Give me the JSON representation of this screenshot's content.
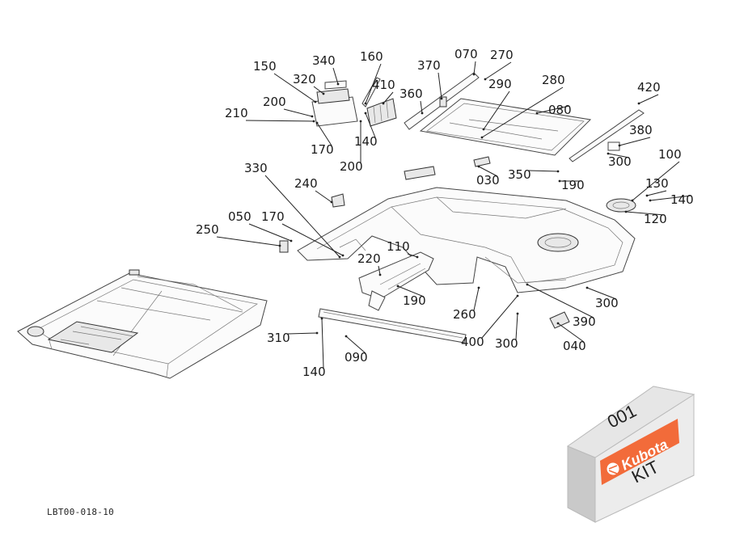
{
  "diagram": {
    "doc_code": "LBT00-018-10",
    "labels": [
      {
        "id": "l340a",
        "text": "340"
      },
      {
        "id": "l160",
        "text": "160"
      },
      {
        "id": "l370",
        "text": "370"
      },
      {
        "id": "l070",
        "text": "070"
      },
      {
        "id": "l270",
        "text": "270"
      },
      {
        "id": "l150",
        "text": "150"
      },
      {
        "id": "l320",
        "text": "320"
      },
      {
        "id": "l410",
        "text": "410"
      },
      {
        "id": "l290",
        "text": "290"
      },
      {
        "id": "l280",
        "text": "280"
      },
      {
        "id": "l360",
        "text": "360"
      },
      {
        "id": "l420",
        "text": "420"
      },
      {
        "id": "l200a",
        "text": "200"
      },
      {
        "id": "l080",
        "text": "080"
      },
      {
        "id": "l210",
        "text": "210"
      },
      {
        "id": "l380",
        "text": "380"
      },
      {
        "id": "l170a",
        "text": "170"
      },
      {
        "id": "l140a",
        "text": "140"
      },
      {
        "id": "l100",
        "text": "100"
      },
      {
        "id": "l300a",
        "text": "300"
      },
      {
        "id": "l200b",
        "text": "200"
      },
      {
        "id": "l330",
        "text": "330"
      },
      {
        "id": "l030",
        "text": "030"
      },
      {
        "id": "l350",
        "text": "350"
      },
      {
        "id": "l190a",
        "text": "190"
      },
      {
        "id": "l130",
        "text": "130"
      },
      {
        "id": "l240",
        "text": "240"
      },
      {
        "id": "l140b",
        "text": "140"
      },
      {
        "id": "l050",
        "text": "050"
      },
      {
        "id": "l170b",
        "text": "170"
      },
      {
        "id": "l120",
        "text": "120"
      },
      {
        "id": "l250",
        "text": "250"
      },
      {
        "id": "l110",
        "text": "110"
      },
      {
        "id": "l220",
        "text": "220"
      },
      {
        "id": "l300b",
        "text": "300"
      },
      {
        "id": "l190b",
        "text": "190"
      },
      {
        "id": "l260",
        "text": "260"
      },
      {
        "id": "l390",
        "text": "390"
      },
      {
        "id": "l310",
        "text": "310"
      },
      {
        "id": "l400",
        "text": "400"
      },
      {
        "id": "l300c",
        "text": "300"
      },
      {
        "id": "l040",
        "text": "040"
      },
      {
        "id": "l090",
        "text": "090"
      },
      {
        "id": "l140c",
        "text": "140"
      }
    ]
  },
  "kit_box": {
    "number": "001",
    "brand": "Kubota",
    "label": "KIT",
    "brand_color": "#f26b3a"
  },
  "icons": [
    "kubota-logo-icon"
  ]
}
